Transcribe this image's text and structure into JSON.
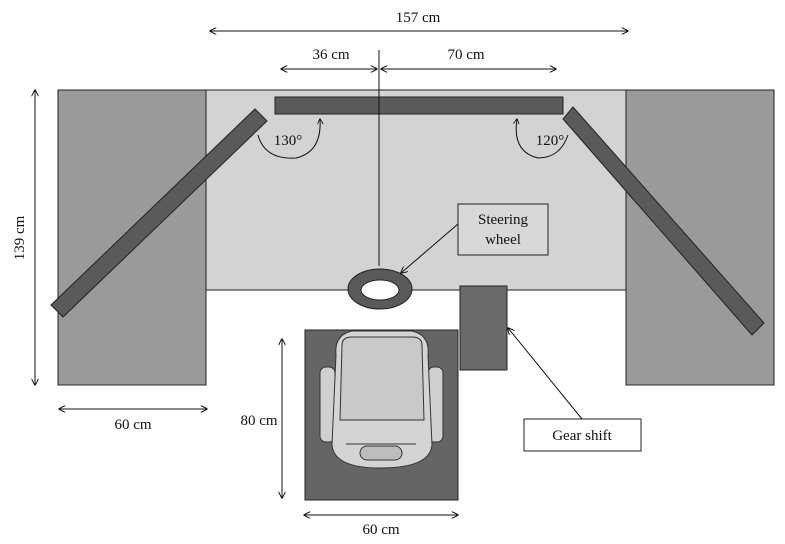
{
  "dimensions": {
    "total_width": "157 cm",
    "left_span": "36 cm",
    "right_span": "70 cm",
    "depth": "139 cm",
    "side_panel_width": "60 cm",
    "seat_depth": "80 cm",
    "seat_width": "60 cm"
  },
  "angles": {
    "left": "130°",
    "right": "120°"
  },
  "callouts": {
    "steering_wheel_line1": "Steering",
    "steering_wheel_line2": "wheel",
    "gear_shift": "Gear shift"
  },
  "colors": {
    "floor": "#d3d3d3",
    "side_panel": "#9a9a9a",
    "bar": "#5a5a5a",
    "seat_mat": "#656565",
    "gear_shift": "#6a6a6a",
    "seat": "#d0d0d0"
  }
}
